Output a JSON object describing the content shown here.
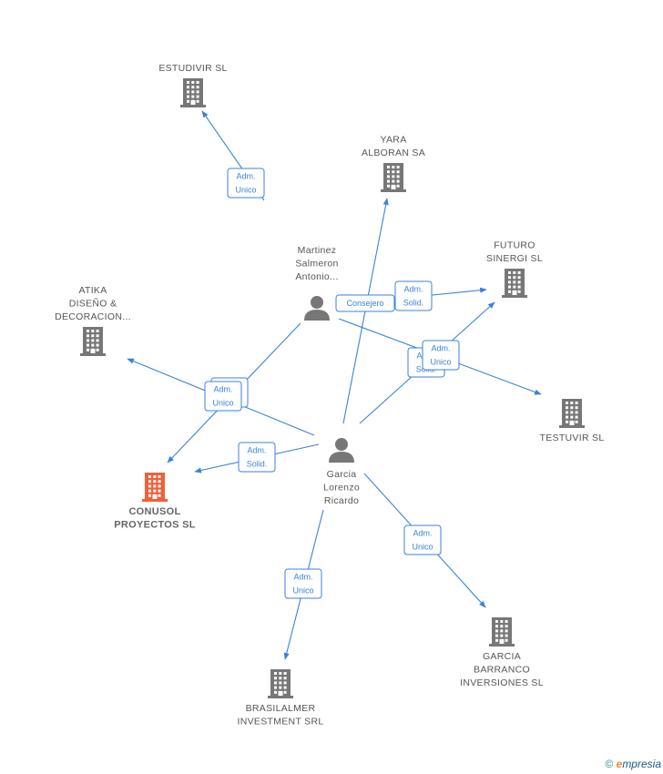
{
  "colors": {
    "edge": "#3c82d6",
    "company": "#777777",
    "main_company": "#f0603a",
    "person": "#777777"
  },
  "companies": [
    {
      "id": "estudivir",
      "lines": [
        "ESTUDIVIR SL"
      ],
      "main": false,
      "icon": "building-icon"
    },
    {
      "id": "yara",
      "lines": [
        "YARA",
        "ALBORAN SA"
      ],
      "main": false,
      "icon": "building-icon"
    },
    {
      "id": "futuro",
      "lines": [
        "FUTURO",
        "SINERGI SL"
      ],
      "main": false,
      "icon": "building-icon"
    },
    {
      "id": "atika",
      "lines": [
        "ATIKA",
        "DISEÑO &",
        "DECORACION..."
      ],
      "main": false,
      "icon": "building-icon"
    },
    {
      "id": "testuvir",
      "lines": [
        "TESTUVIR SL"
      ],
      "main": false,
      "icon": "building-icon"
    },
    {
      "id": "conusol",
      "lines": [
        "CONUSOL",
        "PROYECTOS SL"
      ],
      "main": true,
      "icon": "building-icon"
    },
    {
      "id": "garcia_barranco",
      "lines": [
        "GARCIA",
        "BARRANCO",
        "INVERSIONES SL"
      ],
      "main": false,
      "icon": "building-icon"
    },
    {
      "id": "brasilalmer",
      "lines": [
        "BRASILALMER",
        "INVESTMENT SRL"
      ],
      "main": false,
      "icon": "building-icon"
    }
  ],
  "persons": [
    {
      "id": "martinez",
      "lines": [
        "Martinez",
        "Salmeron",
        "Antonio..."
      ],
      "icon": "person-icon"
    },
    {
      "id": "garcia",
      "lines": [
        "Garcia",
        "Lorenzo",
        "Ricardo"
      ],
      "icon": "person-icon"
    }
  ],
  "edges": [
    {
      "from": "martinez",
      "to": "estudivir",
      "role": [
        "Adm.",
        "Unico"
      ]
    },
    {
      "from": "garcia",
      "to": "yara",
      "role": [
        "Consejero"
      ]
    },
    {
      "from": "martinez",
      "to": "futuro",
      "role": [
        "Adm.",
        "Solid."
      ]
    },
    {
      "from": "martinez",
      "to": "testuvir",
      "role": [
        "Adm.",
        "Solid."
      ]
    },
    {
      "from": "garcia",
      "to": "futuro",
      "role": [
        "Adm.",
        "Unico"
      ]
    },
    {
      "from": "garcia",
      "to": "atika",
      "role": [
        "Adm.",
        "Unico"
      ]
    },
    {
      "from": "martinez",
      "to": "conusol",
      "role": [
        "Adm.",
        "Unico"
      ]
    },
    {
      "from": "garcia",
      "to": "conusol",
      "role": [
        "Adm.",
        "Solid."
      ]
    },
    {
      "from": "garcia",
      "to": "garcia_barranco",
      "role": [
        "Adm.",
        "Unico"
      ]
    },
    {
      "from": "garcia",
      "to": "brasilalmer",
      "role": [
        "Adm.",
        "Unico"
      ]
    }
  ],
  "footer": {
    "copyright": "©",
    "brand_e": "e",
    "brand_rest": "mpresia"
  }
}
